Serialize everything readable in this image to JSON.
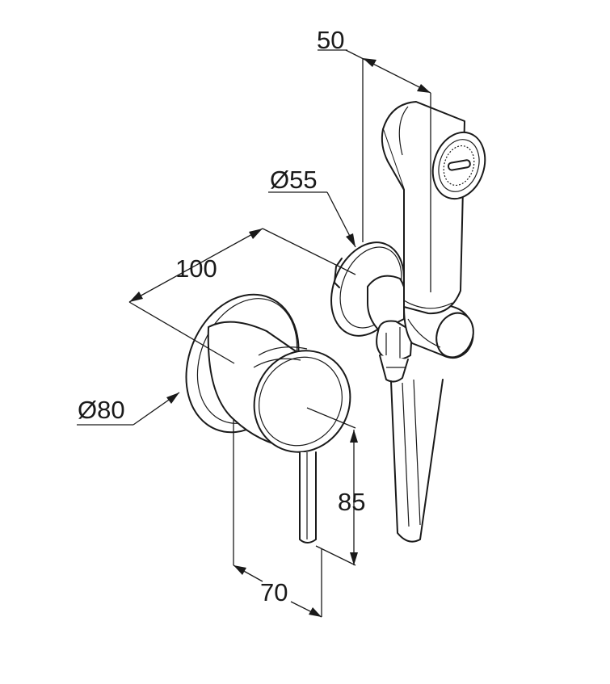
{
  "dimensions": {
    "hose_outlet_offset": "50",
    "outlet_diameter": "Ø55",
    "total_width": "100",
    "rosette_diameter": "Ø80",
    "lever_height": "85",
    "projection_depth": "70"
  }
}
